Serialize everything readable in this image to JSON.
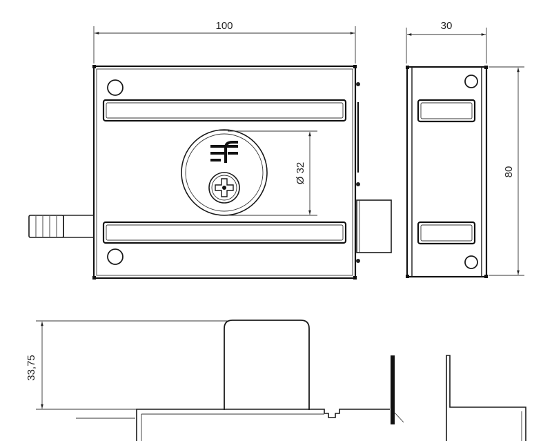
{
  "drawing": {
    "dimensions": {
      "width": "100",
      "depth": "30",
      "height": "80",
      "cylinder_diameter": "Ø 32",
      "cylinder_projection": "33,75"
    },
    "views": [
      "front-view",
      "side-view",
      "bottom-view"
    ],
    "colors": {
      "line": "#1a1a1a",
      "background": "#ffffff"
    }
  }
}
